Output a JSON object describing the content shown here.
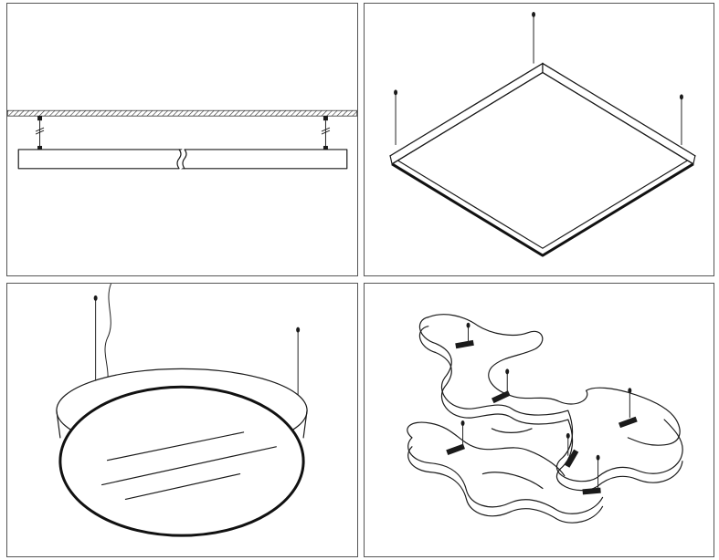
{
  "panels": [
    {
      "id": "linear-pendant",
      "icon": "linear-pendant-icon"
    },
    {
      "id": "square-pendant",
      "icon": "square-pendant-icon"
    },
    {
      "id": "round-pendant",
      "icon": "round-pendant-icon"
    },
    {
      "id": "freeform-pendant",
      "icon": "freeform-pendant-icon"
    }
  ],
  "colors": {
    "line": "#1a1a1a",
    "border": "#555555",
    "background": "#ffffff"
  }
}
